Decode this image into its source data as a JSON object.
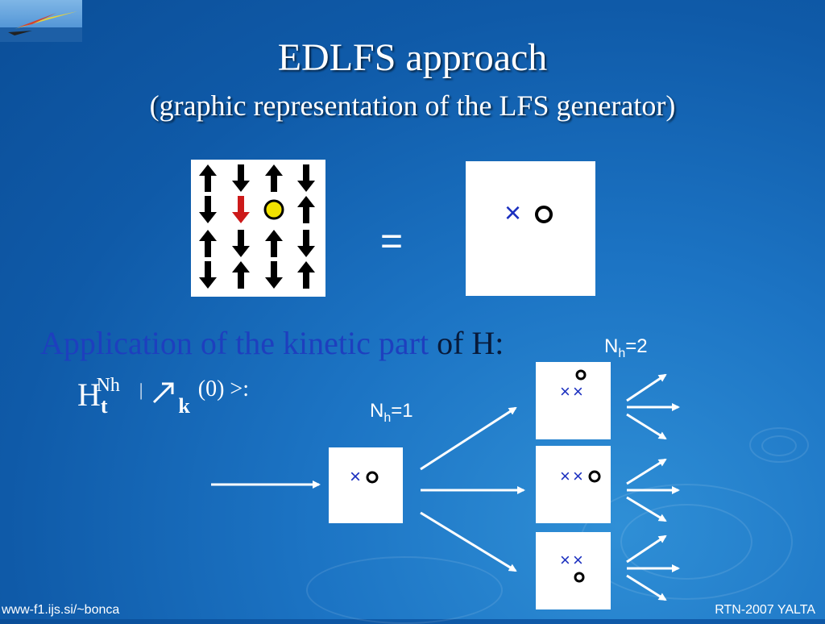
{
  "title": "EDLFS approach",
  "subtitle": "(graphic representation of the LFS generator)",
  "equals": "=",
  "kinetic": {
    "blue_part": "Application of the kinetic part",
    "black_part": " of H:"
  },
  "nh1_label": {
    "base": "N",
    "sub": "h",
    "suffix": "=1"
  },
  "nh2_label": {
    "base": "N",
    "sub": "h",
    "suffix": "=2"
  },
  "formula": {
    "h": "H",
    "t": "t",
    "nh": "Nh",
    "bar": "|",
    "k": "k",
    "rest": "(0) >:"
  },
  "lattice_grid": [
    [
      "up",
      "down",
      "up",
      "down"
    ],
    [
      "down",
      "down-red",
      "hole",
      "up"
    ],
    [
      "up",
      "down",
      "up",
      "down"
    ],
    [
      "down",
      "up",
      "down",
      "up"
    ]
  ],
  "symbols": {
    "cross": "×",
    "hole": "o"
  },
  "colors": {
    "highlight_arrow": "#cc1a1a",
    "hole": "#f2e200",
    "cross": "#1a2fbf",
    "kinetic_text": "#1e3fbe"
  },
  "footer": {
    "left": "www-f1.ijs.si/~bonca",
    "right": "RTN-2007 YALTA"
  }
}
